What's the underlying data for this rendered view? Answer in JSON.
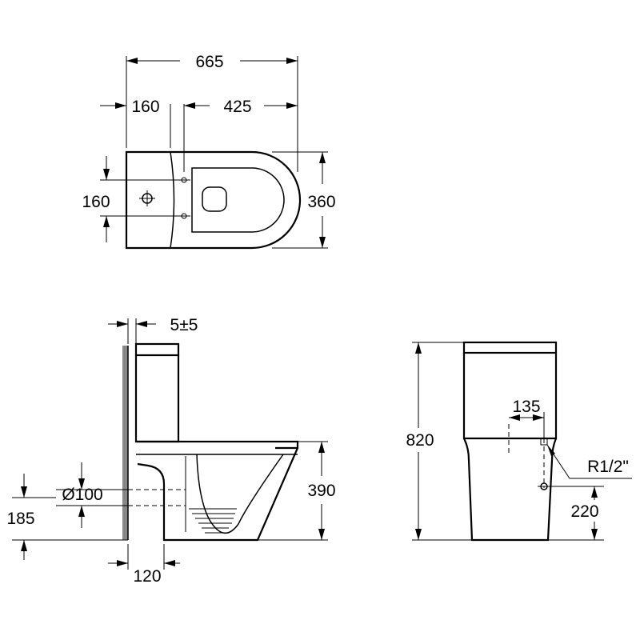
{
  "top_view": {
    "overall_length": "665",
    "tank_depth": "160",
    "bowl_length": "425",
    "fixing_spacing": "160",
    "width": "360"
  },
  "side_view": {
    "wall_gap": "5±5",
    "outlet_diameter": "Ø100",
    "outlet_height": "185",
    "outlet_offset": "120",
    "seat_height": "390"
  },
  "front_view": {
    "total_height": "820",
    "inlet_offset": "135",
    "inlet_thread": "R1/2\"",
    "inlet_height": "220"
  }
}
